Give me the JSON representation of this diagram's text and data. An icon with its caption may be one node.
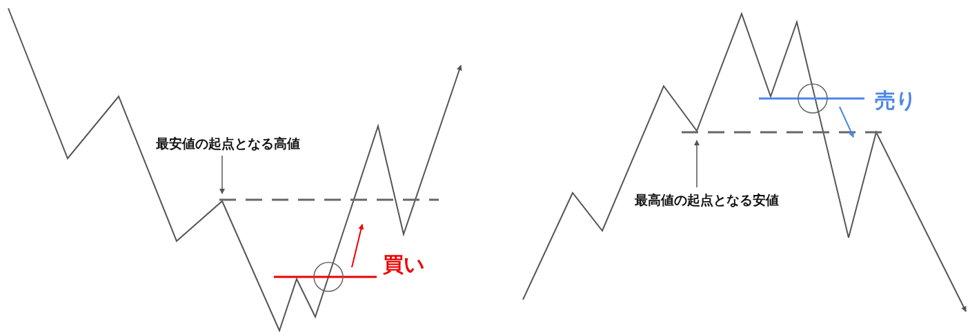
{
  "diagram": {
    "nodes": [
      {
        "text": [
          "最安値の起点となる高値"
        ]
      },
      {
        "text": [
          "最高値の起点となる安値"
        ]
      }
    ],
    "edges": [
      {
        "from": 0,
        "to": null,
        "arrow": "to"
      },
      {
        "from": 1,
        "to": null,
        "arrow": "to"
      }
    ],
    "labels": [
      "買い",
      "売り"
    ]
  }
}
